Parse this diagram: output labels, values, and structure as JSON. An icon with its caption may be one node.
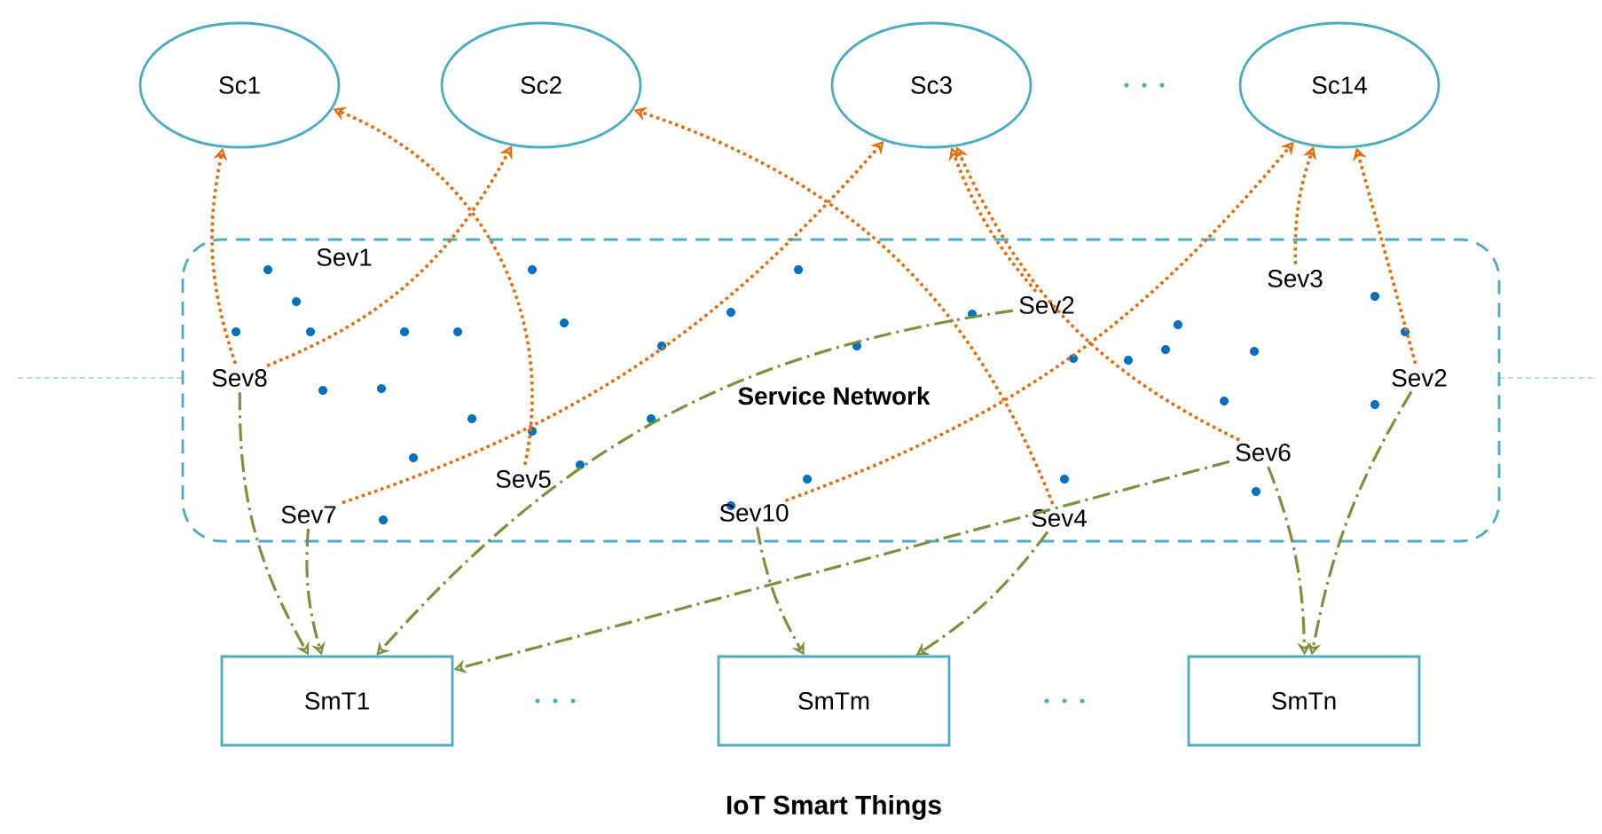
{
  "diagram": {
    "caption": "IoT Smart Things",
    "nodes": [
      {
        "text": [
          "Sc1"
        ]
      },
      {
        "text": [
          "Sc2"
        ]
      },
      {
        "text": [
          "Sc3"
        ]
      },
      {
        "text": [
          "Sc14"
        ]
      },
      {
        "text": [
          "Service Network"
        ]
      },
      {
        "text": [
          "Sev1"
        ],
        "in": 4
      },
      {
        "text": [
          "Sev2"
        ],
        "in": 4
      },
      {
        "text": [
          "Sev3"
        ],
        "in": 4
      },
      {
        "text": [
          "Sev8"
        ],
        "in": 4
      },
      {
        "text": [
          "Sev2"
        ],
        "in": 4
      },
      {
        "text": [
          "Sev5"
        ],
        "in": 4
      },
      {
        "text": [
          "Sev6"
        ],
        "in": 4
      },
      {
        "text": [
          "Sev7"
        ],
        "in": 4
      },
      {
        "text": [
          "Sev10"
        ],
        "in": 4
      },
      {
        "text": [
          "Sev4"
        ],
        "in": 4
      },
      {
        "text": [
          "SmT1"
        ]
      },
      {
        "text": [
          "SmTm"
        ]
      },
      {
        "text": [
          "SmTn"
        ]
      }
    ],
    "edges": [
      {
        "from": 10,
        "to": 0,
        "arrow": "to"
      },
      {
        "from": 8,
        "to": 0,
        "arrow": "to"
      },
      {
        "from": 8,
        "to": 1,
        "arrow": "to"
      },
      {
        "from": 14,
        "to": 1,
        "arrow": "to"
      },
      {
        "from": 12,
        "to": 2,
        "arrow": "to"
      },
      {
        "from": 6,
        "to": 2,
        "arrow": "to"
      },
      {
        "from": 11,
        "to": 2,
        "arrow": "to"
      },
      {
        "from": 13,
        "to": 3,
        "arrow": "to"
      },
      {
        "from": 7,
        "to": 3,
        "arrow": "to"
      },
      {
        "from": 9,
        "to": 3,
        "arrow": "to"
      },
      {
        "from": 8,
        "to": 15,
        "arrow": "to",
        "style": "dashed",
        "color": "#77933c"
      },
      {
        "from": 12,
        "to": 15,
        "arrow": "to",
        "style": "dashed",
        "color": "#77933c"
      },
      {
        "from": 6,
        "to": 15,
        "arrow": "to",
        "style": "dashed",
        "color": "#77933c"
      },
      {
        "from": 11,
        "to": 15,
        "arrow": "to",
        "style": "dashed",
        "color": "#77933c"
      },
      {
        "from": 13,
        "to": 16,
        "arrow": "to",
        "style": "dashed",
        "color": "#77933c"
      },
      {
        "from": 14,
        "to": 16,
        "arrow": "to",
        "style": "dashed",
        "color": "#77933c"
      },
      {
        "from": 9,
        "to": 17,
        "arrow": "to",
        "style": "dashed",
        "color": "#77933c"
      },
      {
        "from": 11,
        "to": 17,
        "arrow": "to",
        "style": "dashed",
        "color": "#77933c"
      }
    ]
  }
}
